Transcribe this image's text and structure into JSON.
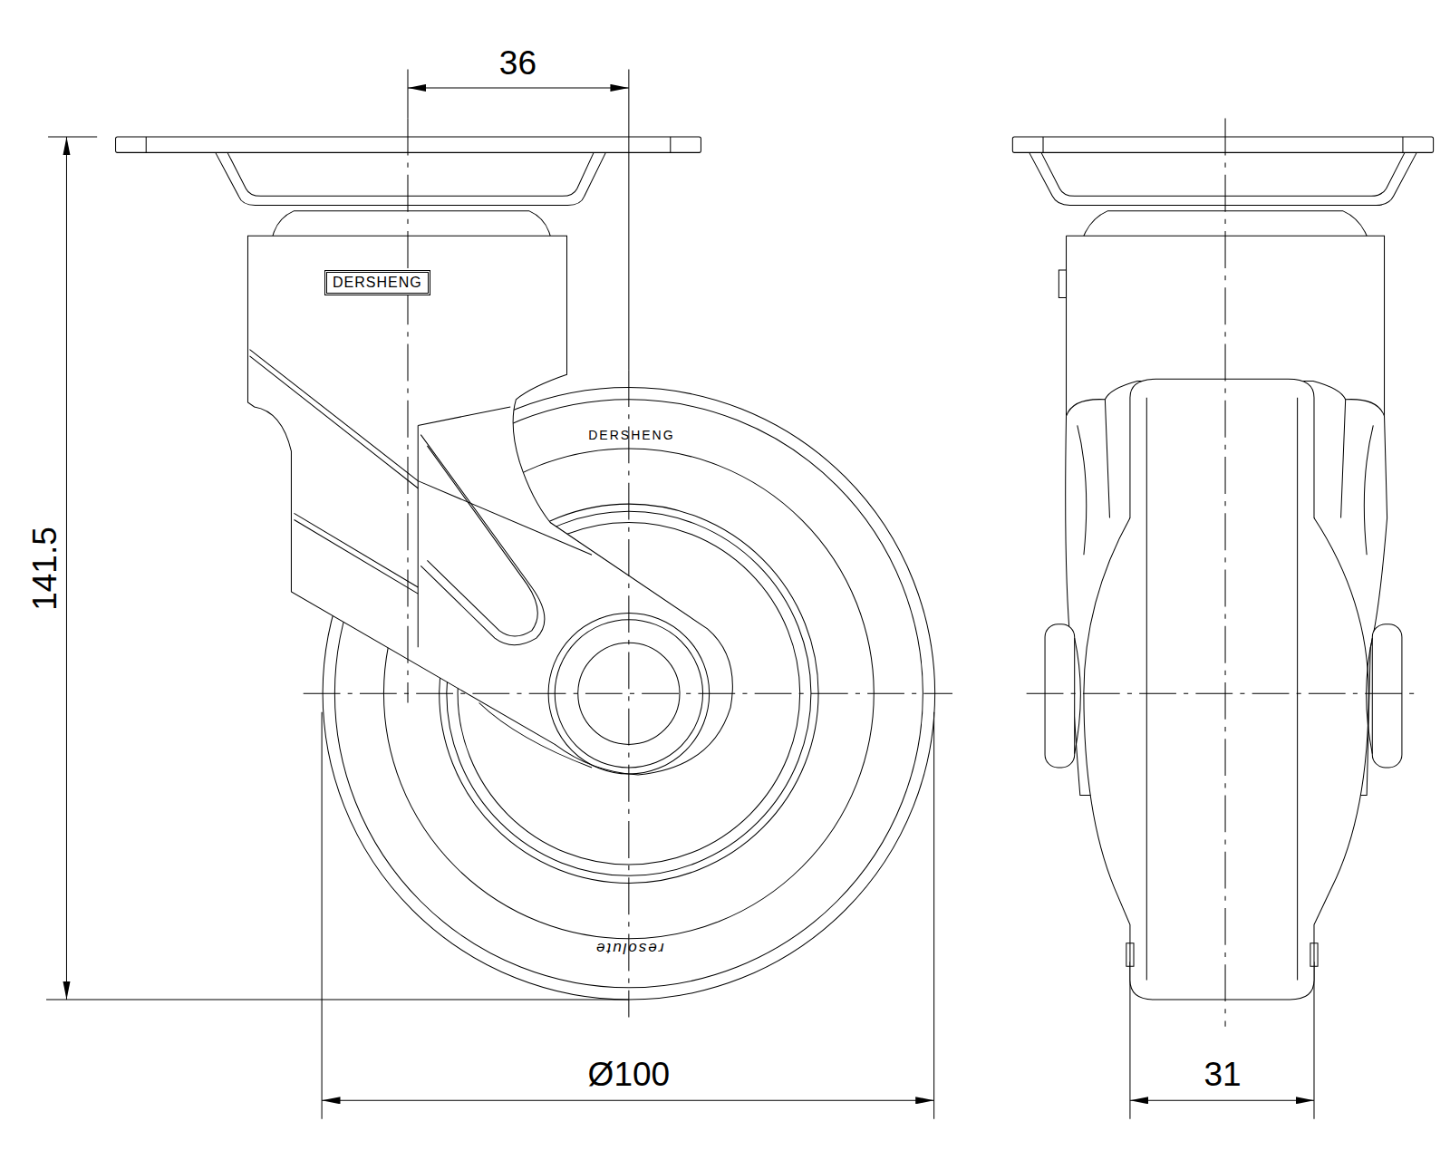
{
  "diagram": {
    "nodes": [
      {
        "text": [
          "DERSHENG"
        ]
      }
    ],
    "labels": [
      "36",
      "141.5",
      "Ø100",
      "31",
      "DERSHENG",
      "resolute"
    ]
  }
}
